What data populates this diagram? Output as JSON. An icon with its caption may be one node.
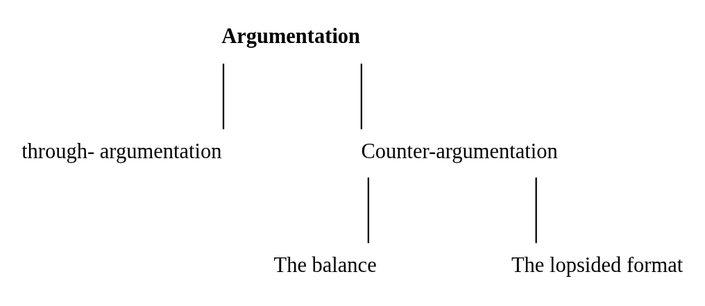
{
  "diagram": {
    "nodes": [
      {
        "text": [
          "Argumentation"
        ]
      },
      {
        "text": [
          "through- argumentation"
        ]
      },
      {
        "text": [
          "Counter-argumentation"
        ]
      },
      {
        "text": [
          "The balance"
        ]
      },
      {
        "text": [
          "The lopsided format"
        ]
      }
    ],
    "edges": [
      {
        "from": 0,
        "to": 1,
        "arrow": "none"
      },
      {
        "from": 0,
        "to": 2,
        "arrow": "none"
      },
      {
        "from": 2,
        "to": 3,
        "arrow": "none"
      },
      {
        "from": 2,
        "to": 4,
        "arrow": "none"
      }
    ]
  }
}
